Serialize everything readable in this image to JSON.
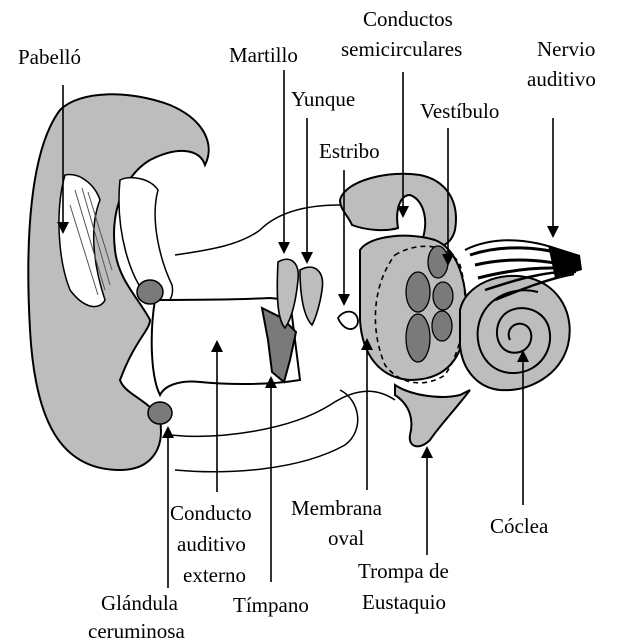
{
  "labels": {
    "pabello": "Pabelló",
    "martillo": "Martillo",
    "conductos_1": "Conductos",
    "conductos_2": "semicirculares",
    "nervio_1": "Nervio",
    "nervio_2": "auditivo",
    "yunque": "Yunque",
    "vestibulo": "Vestíbulo",
    "estribo": "Estribo",
    "conducto_1": "Conducto",
    "conducto_2": "auditivo",
    "conducto_3": "externo",
    "membrana_1": "Membrana",
    "membrana_2": "oval",
    "coclea": "Cóclea",
    "trompa_1": "Trompa de",
    "trompa_2": "Eustaquio",
    "glandula_1": "Glándula",
    "glandula_2": "ceruminosa",
    "timpano": "Tímpano"
  },
  "colors": {
    "tissue_gray": "#bdbdbd",
    "dark_gray": "#7a7a7a",
    "outline": "#000000",
    "background": "#ffffff"
  }
}
